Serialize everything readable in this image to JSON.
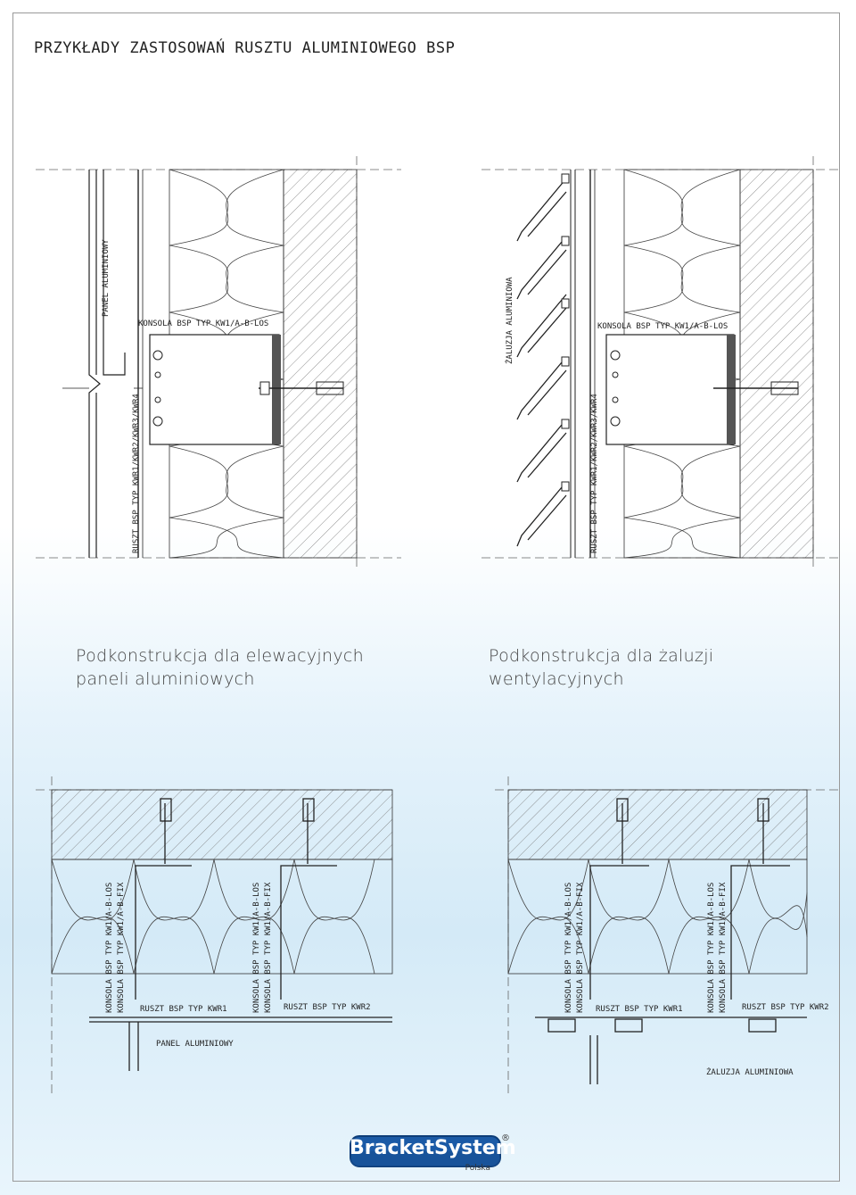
{
  "title": "PRZYKŁADY ZASTOSOWAŃ RUSZTU ALUMINIOWEGO BSP",
  "captions": {
    "panels": [
      "Podkonstrukcja dla elewacyjnych",
      "paneli aluminiowych"
    ],
    "louvres": [
      "Podkonstrukcja dla żaluzji",
      "wentylacyjnych"
    ]
  },
  "labels": {
    "panel": "PANEL ALUMINIOWY",
    "konsola_los": "KONSOLA BSP TYP KW1/A-B-LOS",
    "konsola_fix": "KONSOLA BSP TYP KW1/A-B-FIX",
    "ruszt_all": "RUSZT BSP TYP KWR1/KWR2/KWR3/KWR4",
    "zaluzja": "ŻALUZJA ALUMINIOWA",
    "ruszt_kwr1": "RUSZT BSP TYP KWR1",
    "ruszt_kwr2": "RUSZT BSP TYP KWR2"
  },
  "logo": {
    "name": "BracketSystem",
    "sub": "Polska",
    "reg": "®"
  }
}
